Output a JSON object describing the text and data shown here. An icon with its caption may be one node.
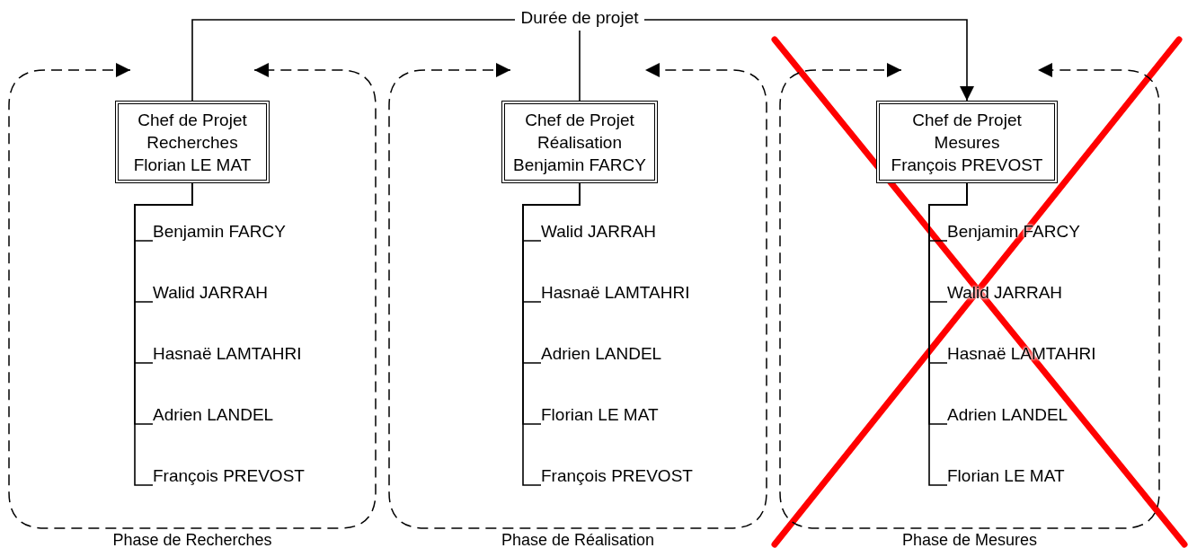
{
  "diagram": {
    "nodes": [
      {
        "text": [
          "Durée de projet"
        ]
      },
      {
        "text": [
          "Phase de Recherches"
        ]
      },
      {
        "text": [
          "Chef de Projet",
          "Recherches",
          "Florian LE MAT"
        ],
        "in": 1
      },
      {
        "text": [
          "Benjamin FARCY"
        ],
        "in": 1
      },
      {
        "text": [
          "Walid JARRAH"
        ],
        "in": 1
      },
      {
        "text": [
          "Hasnaë LAMTAHRI"
        ],
        "in": 1
      },
      {
        "text": [
          "Adrien LANDEL"
        ],
        "in": 1
      },
      {
        "text": [
          "François PREVOST"
        ],
        "in": 1
      },
      {
        "text": [
          "Phase de Réalisation"
        ]
      },
      {
        "text": [
          "Chef de Projet",
          "Réalisation",
          "Benjamin FARCY"
        ],
        "in": 8
      },
      {
        "text": [
          "Walid JARRAH"
        ],
        "in": 8
      },
      {
        "text": [
          "Hasnaë LAMTAHRI"
        ],
        "in": 8
      },
      {
        "text": [
          "Adrien LANDEL"
        ],
        "in": 8
      },
      {
        "text": [
          "Florian LE MAT"
        ],
        "in": 8
      },
      {
        "text": [
          "François PREVOST"
        ],
        "in": 8
      },
      {
        "text": [
          "Phase de Mesures"
        ]
      },
      {
        "text": [
          "Chef de Projet",
          "Mesures",
          "François PREVOST"
        ],
        "in": 15
      },
      {
        "text": [
          "Benjamin FARCY"
        ],
        "in": 15
      },
      {
        "text": [
          "Walid JARRAH"
        ],
        "in": 15
      },
      {
        "text": [
          "Hasnaë LAMTAHRI"
        ],
        "in": 15
      },
      {
        "text": [
          "Adrien LANDEL"
        ],
        "in": 15
      },
      {
        "text": [
          "Florian LE MAT"
        ],
        "in": 15
      }
    ],
    "edges": [
      {
        "from": 2,
        "to": 0,
        "arrow": "none"
      },
      {
        "from": 9,
        "to": 0,
        "arrow": "none"
      },
      {
        "from": 0,
        "to": 16,
        "arrow": "to"
      },
      {
        "from": 2,
        "to": 3,
        "arrow": "none"
      },
      {
        "from": 2,
        "to": 4,
        "arrow": "none"
      },
      {
        "from": 2,
        "to": 5,
        "arrow": "none"
      },
      {
        "from": 2,
        "to": 6,
        "arrow": "none"
      },
      {
        "from": 2,
        "to": 7,
        "arrow": "none"
      },
      {
        "from": 9,
        "to": 10,
        "arrow": "none"
      },
      {
        "from": 9,
        "to": 11,
        "arrow": "none"
      },
      {
        "from": 9,
        "to": 12,
        "arrow": "none"
      },
      {
        "from": 9,
        "to": 13,
        "arrow": "none"
      },
      {
        "from": 9,
        "to": 14,
        "arrow": "none"
      },
      {
        "from": 16,
        "to": 17,
        "arrow": "none"
      },
      {
        "from": 16,
        "to": 18,
        "arrow": "none"
      },
      {
        "from": 16,
        "to": 19,
        "arrow": "none"
      },
      {
        "from": 16,
        "to": 20,
        "arrow": "none"
      },
      {
        "from": 16,
        "to": 21,
        "arrow": "none"
      }
    ]
  }
}
